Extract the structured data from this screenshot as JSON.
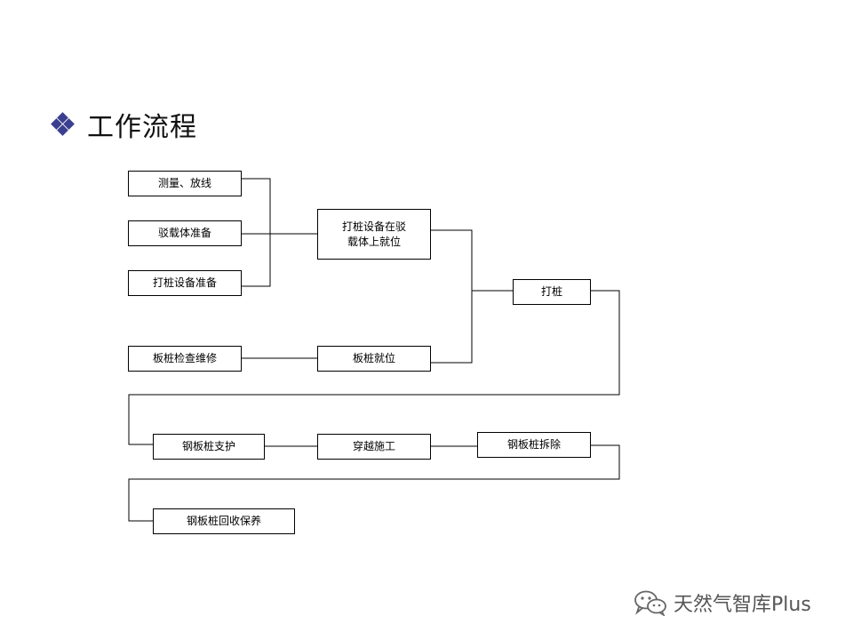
{
  "slide": {
    "title": "工作流程"
  },
  "flow": {
    "steps": {
      "survey": "测量、放线",
      "barge_prep": "驳载体准备",
      "piling_equip_prep": "打桩设备准备",
      "equip_on_barge": "打桩设备在驳载体上就位",
      "sheet_pile_inspect": "板桩检查维修",
      "sheet_pile_position": "板桩就位",
      "piling": "打桩",
      "steel_sheet_support": "钢板桩支护",
      "crossing": "穿越施工",
      "steel_sheet_removal": "钢板桩拆除",
      "steel_sheet_recovery": "钢板桩回收保养"
    }
  },
  "watermark": {
    "text": "天然气智库Plus",
    "icon": "wechat-icon"
  },
  "colors": {
    "bullet": "#3b3f8f",
    "line": "#000000",
    "watermark": "#555555"
  }
}
